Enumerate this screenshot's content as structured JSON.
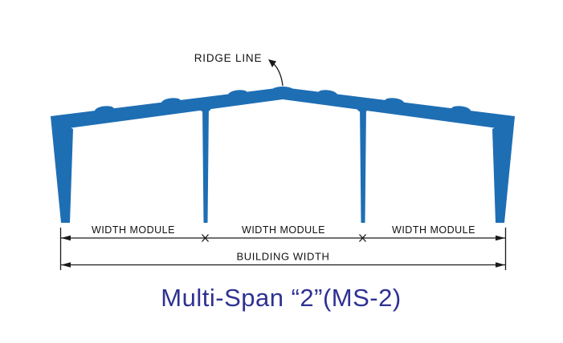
{
  "diagram": {
    "ridge_label": "RIDGE LINE",
    "modules": [
      {
        "label": "WIDTH MODULE"
      },
      {
        "label": "WIDTH MODULE"
      },
      {
        "label": "WIDTH MODULE"
      }
    ],
    "building_width_label": "BUILDING WIDTH",
    "title": "Multi-Span “2”(MS-2)",
    "colors": {
      "frame": "#1e6eb4",
      "line": "#1a1a1a",
      "text": "#111111",
      "title_text": "#2e3192"
    }
  }
}
